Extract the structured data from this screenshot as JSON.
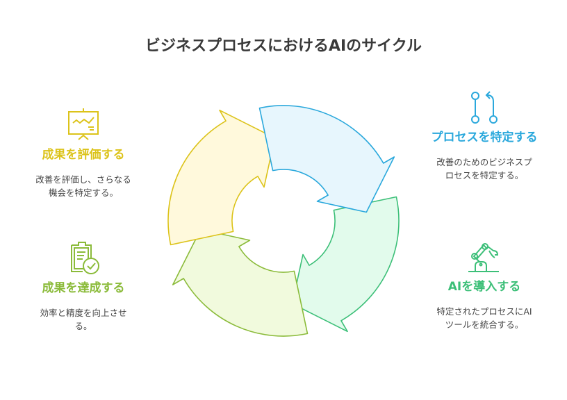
{
  "title": "ビジネスプロセスにおけるAIのサイクル",
  "colors": {
    "blue": "#2aa8dc",
    "blue_fill": "#e7f6fd",
    "green": "#3cbf78",
    "green_fill": "#e2fbec",
    "lime": "#8bbb3a",
    "lime_fill": "#f1fadd",
    "yellow": "#dcc31a",
    "yellow_fill": "#fff9dc"
  },
  "steps": [
    {
      "id": "identify",
      "icon": "process-branch-icon",
      "title": "プロセスを特定する",
      "description": "改善のためのビジネスプロセスを特定する。"
    },
    {
      "id": "implement",
      "icon": "robot-arm-icon",
      "title": "AIを導入する",
      "description": "特定されたプロセスにAIツールを統合する。"
    },
    {
      "id": "achieve",
      "icon": "clipboard-check-icon",
      "title": "成果を達成する",
      "description": "効率と精度を向上させる。"
    },
    {
      "id": "evaluate",
      "icon": "presentation-chart-icon",
      "title": "成果を評価する",
      "description": "改善を評価し、さらなる機会を特定する。"
    }
  ]
}
